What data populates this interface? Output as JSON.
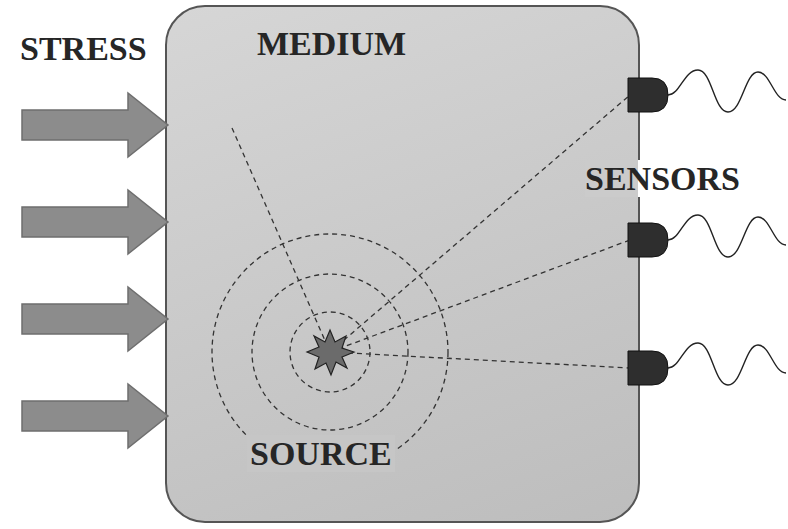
{
  "diagram": {
    "nodes": [
      {
        "text": [
          "MEDIUM",
          "SOURCE"
        ]
      }
    ],
    "labels": [
      "STRESS",
      "SENSORS"
    ]
  }
}
